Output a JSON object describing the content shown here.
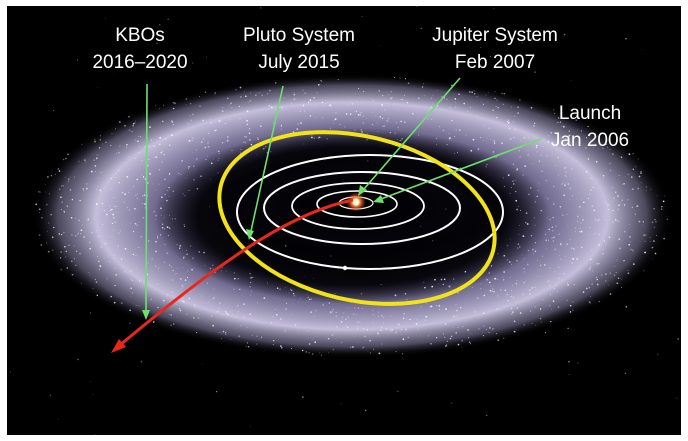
{
  "annotations": {
    "kbos": {
      "title": "KBOs",
      "date": "2016–2020"
    },
    "pluto": {
      "title": "Pluto System",
      "date": "July 2015"
    },
    "jupiter": {
      "title": "Jupiter System",
      "date": "Feb 2007"
    },
    "launch": {
      "title": "Launch",
      "date": "Jan 2006"
    }
  },
  "colors": {
    "background": "#000000",
    "kuiper_belt": "#d7d2ec",
    "planet_orbits": "#ffffff",
    "pluto_orbit": "#f2e21a",
    "trajectory": "#e8281e",
    "pointer_lines": "#6ee06e",
    "sun": "#ff7a3a"
  },
  "icons": {
    "sun": "sun-icon",
    "trajectory_arrowhead": "arrowhead-icon"
  }
}
